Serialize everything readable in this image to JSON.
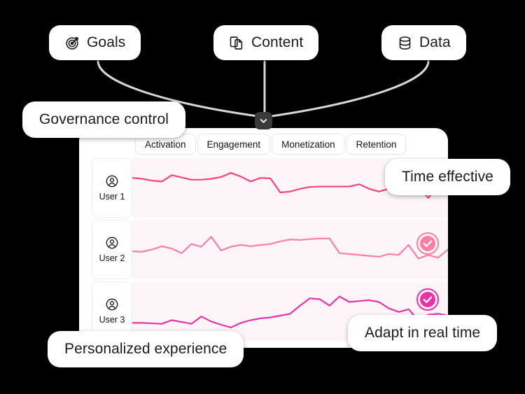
{
  "theme": {
    "background": "#000000",
    "card_bg": "#ffffff",
    "plot_bg": "#fdf5f7",
    "text": "#1b1b1b",
    "connector": "#d8d8d8",
    "chevron_bg": "#3a3a3a",
    "series_colors": [
      "#F5437E",
      "#FA7FA5",
      "#E832A8"
    ],
    "badge_colors": [
      "#FA7FA5",
      "#E832A8"
    ]
  },
  "pills": [
    {
      "label": "Goals",
      "icon": "target-icon"
    },
    {
      "label": "Content",
      "icon": "copy-documents-icon"
    },
    {
      "label": "Data",
      "icon": "database-icon"
    }
  ],
  "chevron": {
    "icon": "chevron-down-icon"
  },
  "panel": {
    "tabs": [
      {
        "label": "Activation"
      },
      {
        "label": "Engagement"
      },
      {
        "label": "Monetization"
      },
      {
        "label": "Retention"
      }
    ],
    "rows": [
      {
        "user": "User 1",
        "icon": "user-circle-icon",
        "has_badge": false
      },
      {
        "user": "User 2",
        "icon": "user-circle-icon",
        "has_badge": true
      },
      {
        "user": "User 3",
        "icon": "user-circle-icon",
        "has_badge": true
      }
    ]
  },
  "badges": [
    {
      "name": "check-badge-user2",
      "icon": "check-icon",
      "color": "#FA7FA5"
    },
    {
      "name": "check-badge-user3",
      "icon": "check-icon",
      "color": "#E832A8"
    }
  ],
  "callouts": {
    "governance": "Governance control",
    "time": "Time effective",
    "adapt": "Adapt in real time",
    "personalized": "Personalized experience"
  },
  "chart_data": {
    "type": "line",
    "title": "",
    "xlabel": "",
    "ylabel": "",
    "grid": false,
    "legend_position": "left-labels",
    "categories": [
      "Activation",
      "Engagement",
      "Monetization",
      "Retention"
    ],
    "x": [
      0,
      1,
      2,
      3,
      4,
      5,
      6,
      7,
      8,
      9,
      10,
      11,
      12,
      13,
      14,
      15,
      16,
      17,
      18,
      19,
      20,
      21,
      22,
      23,
      24,
      25,
      26,
      27,
      28,
      29,
      30,
      31,
      32
    ],
    "ylim": [
      0,
      100
    ],
    "series": [
      {
        "name": "User 1",
        "color": "#F5437E",
        "values": [
          72,
          70,
          66,
          64,
          78,
          73,
          68,
          68,
          70,
          74,
          83,
          75,
          64,
          72,
          71,
          40,
          42,
          48,
          52,
          53,
          53,
          53,
          53,
          58,
          48,
          42,
          48,
          57,
          62,
          52,
          28,
          54,
          58
        ]
      },
      {
        "name": "User 2",
        "color": "#FA7FA5",
        "values": [
          46,
          45,
          50,
          57,
          52,
          42,
          62,
          56,
          78,
          48,
          56,
          60,
          57,
          60,
          62,
          68,
          72,
          71,
          73,
          74,
          74,
          42,
          40,
          38,
          36,
          34,
          40,
          38,
          60,
          30,
          38,
          32,
          50
        ]
      },
      {
        "name": "User 3",
        "color": "#E832A8",
        "values": [
          24,
          24,
          23,
          22,
          30,
          26,
          22,
          38,
          27,
          20,
          14,
          24,
          30,
          34,
          36,
          40,
          44,
          62,
          78,
          76,
          62,
          82,
          70,
          72,
          74,
          70,
          56,
          48,
          54,
          30,
          42,
          44,
          40
        ]
      }
    ]
  }
}
